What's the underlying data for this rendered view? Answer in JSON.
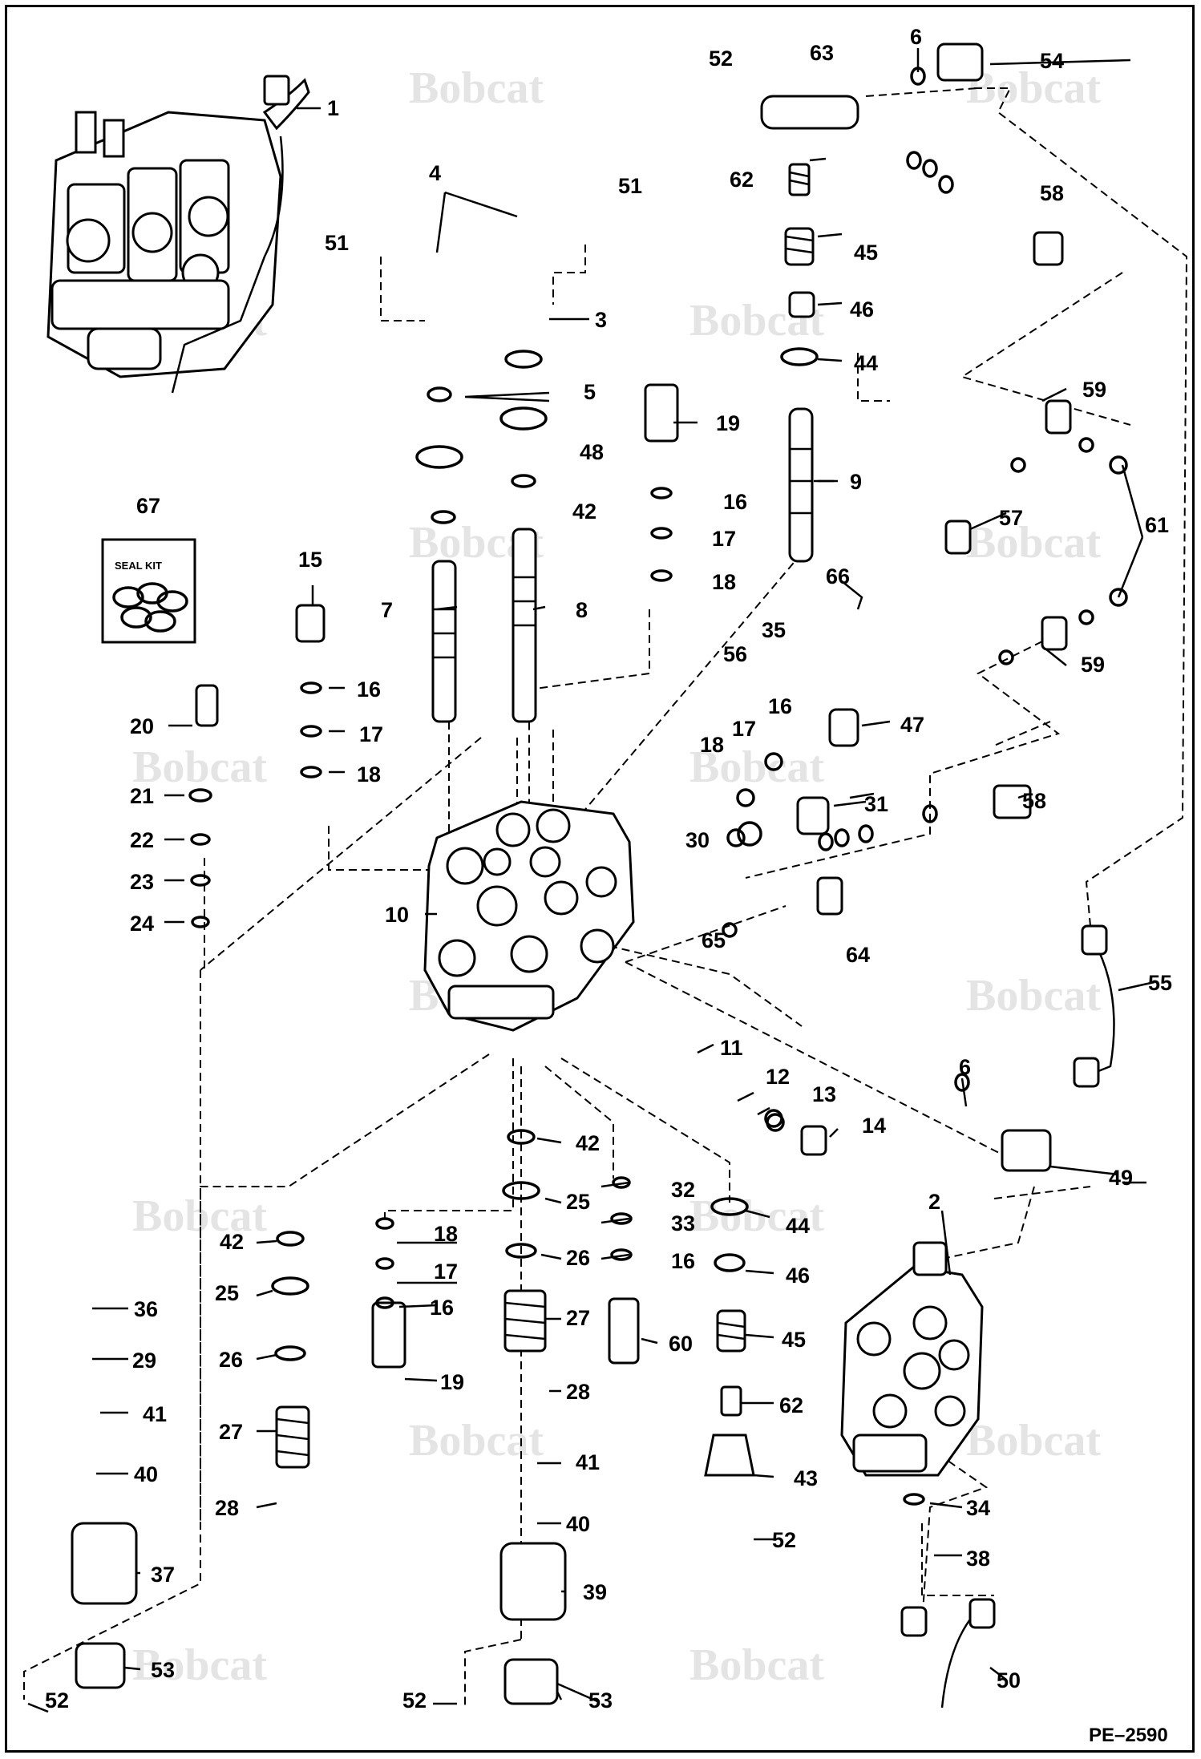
{
  "watermark_text": "Bobcat",
  "reference_code": "PE–2590",
  "seal_kit_label": "SEAL KIT",
  "part_labels": {
    "p1": "1",
    "p2": "2",
    "p3": "3",
    "p4": "4",
    "p5": "5",
    "p6a": "6",
    "p6b": "6",
    "p7": "7",
    "p8": "8",
    "p9": "9",
    "p10": "10",
    "p11": "11",
    "p12": "12",
    "p13": "13",
    "p14": "14",
    "p15": "15",
    "p16a": "16",
    "p16b": "16",
    "p16c": "16",
    "p16d": "16",
    "p16e": "16",
    "p17a": "17",
    "p17b": "17",
    "p17c": "17",
    "p17d": "17",
    "p18a": "18",
    "p18b": "18",
    "p18c": "18",
    "p18d": "18",
    "p19a": "19",
    "p19b": "19",
    "p20": "20",
    "p21": "21",
    "p22": "22",
    "p23": "23",
    "p24": "24",
    "p25a": "25",
    "p25b": "25",
    "p26a": "26",
    "p26b": "26",
    "p27a": "27",
    "p27b": "27",
    "p28a": "28",
    "p28b": "28",
    "p29": "29",
    "p30": "30",
    "p31": "31",
    "p32": "32",
    "p33": "33",
    "p34": "34",
    "p35": "35",
    "p36": "36",
    "p37": "37",
    "p38": "38",
    "p39": "39",
    "p40a": "40",
    "p40b": "40",
    "p41a": "41",
    "p41b": "41",
    "p42a": "42",
    "p42b": "42",
    "p42c": "42",
    "p43": "43",
    "p44a": "44",
    "p44b": "44",
    "p45a": "45",
    "p45b": "45",
    "p46a": "46",
    "p46b": "46",
    "p47": "47",
    "p48": "48",
    "p49": "49",
    "p50": "50",
    "p51a": "51",
    "p51b": "51",
    "p52a": "52",
    "p52b": "52",
    "p52c": "52",
    "p52d": "52",
    "p53a": "53",
    "p53b": "53",
    "p54": "54",
    "p55": "55",
    "p56": "56",
    "p57": "57",
    "p58a": "58",
    "p58b": "58",
    "p59a": "59",
    "p59b": "59",
    "p60": "60",
    "p61": "61",
    "p62a": "62",
    "p62b": "62",
    "p63": "63",
    "p64": "64",
    "p65": "65",
    "p66": "66",
    "p67": "67"
  }
}
